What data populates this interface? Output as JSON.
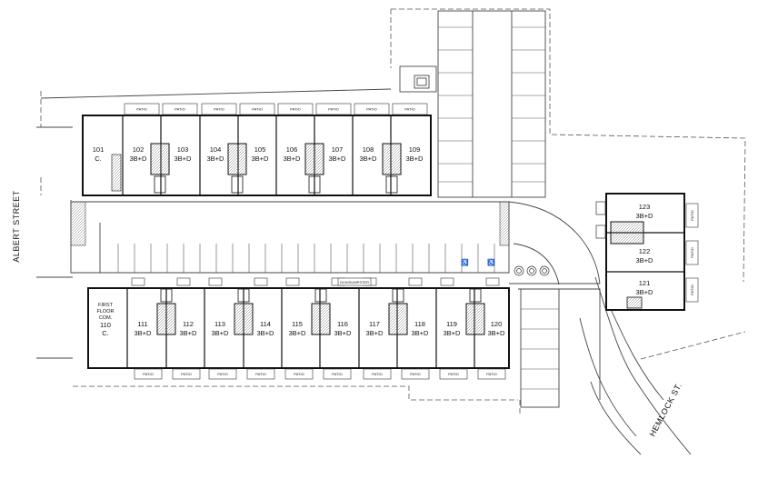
{
  "streets": {
    "albert": "ALBERT STREET",
    "hemlock": "HEMLOCK   ST."
  },
  "patio_label": "PATIO",
  "misc": {
    "dumpster": "DCK/DUMPSTER",
    "first_floor": [
      "FIRST",
      "FLOOR",
      "COM."
    ]
  },
  "top_row": [
    {
      "num": "101",
      "type": "C."
    },
    {
      "num": "102",
      "type": "3B+D"
    },
    {
      "num": "103",
      "type": "3B+D"
    },
    {
      "num": "104",
      "type": "3B+D"
    },
    {
      "num": "105",
      "type": "3B+D"
    },
    {
      "num": "106",
      "type": "3B+D"
    },
    {
      "num": "107",
      "type": "3B+D"
    },
    {
      "num": "108",
      "type": "3B+D"
    },
    {
      "num": "109",
      "type": "3B+D"
    }
  ],
  "bottom_row": [
    {
      "num": "110",
      "type": "C."
    },
    {
      "num": "111",
      "type": "3B+D"
    },
    {
      "num": "112",
      "type": "3B+D"
    },
    {
      "num": "113",
      "type": "3B+D"
    },
    {
      "num": "114",
      "type": "3B+D"
    },
    {
      "num": "115",
      "type": "3B+D"
    },
    {
      "num": "116",
      "type": "3B+D"
    },
    {
      "num": "117",
      "type": "3B+D"
    },
    {
      "num": "118",
      "type": "3B+D"
    },
    {
      "num": "119",
      "type": "3B+D"
    },
    {
      "num": "120",
      "type": "3B+D"
    }
  ],
  "east_block": [
    {
      "num": "123",
      "type": "3B+D"
    },
    {
      "num": "122",
      "type": "3B+D"
    },
    {
      "num": "121",
      "type": "3B+D"
    }
  ]
}
